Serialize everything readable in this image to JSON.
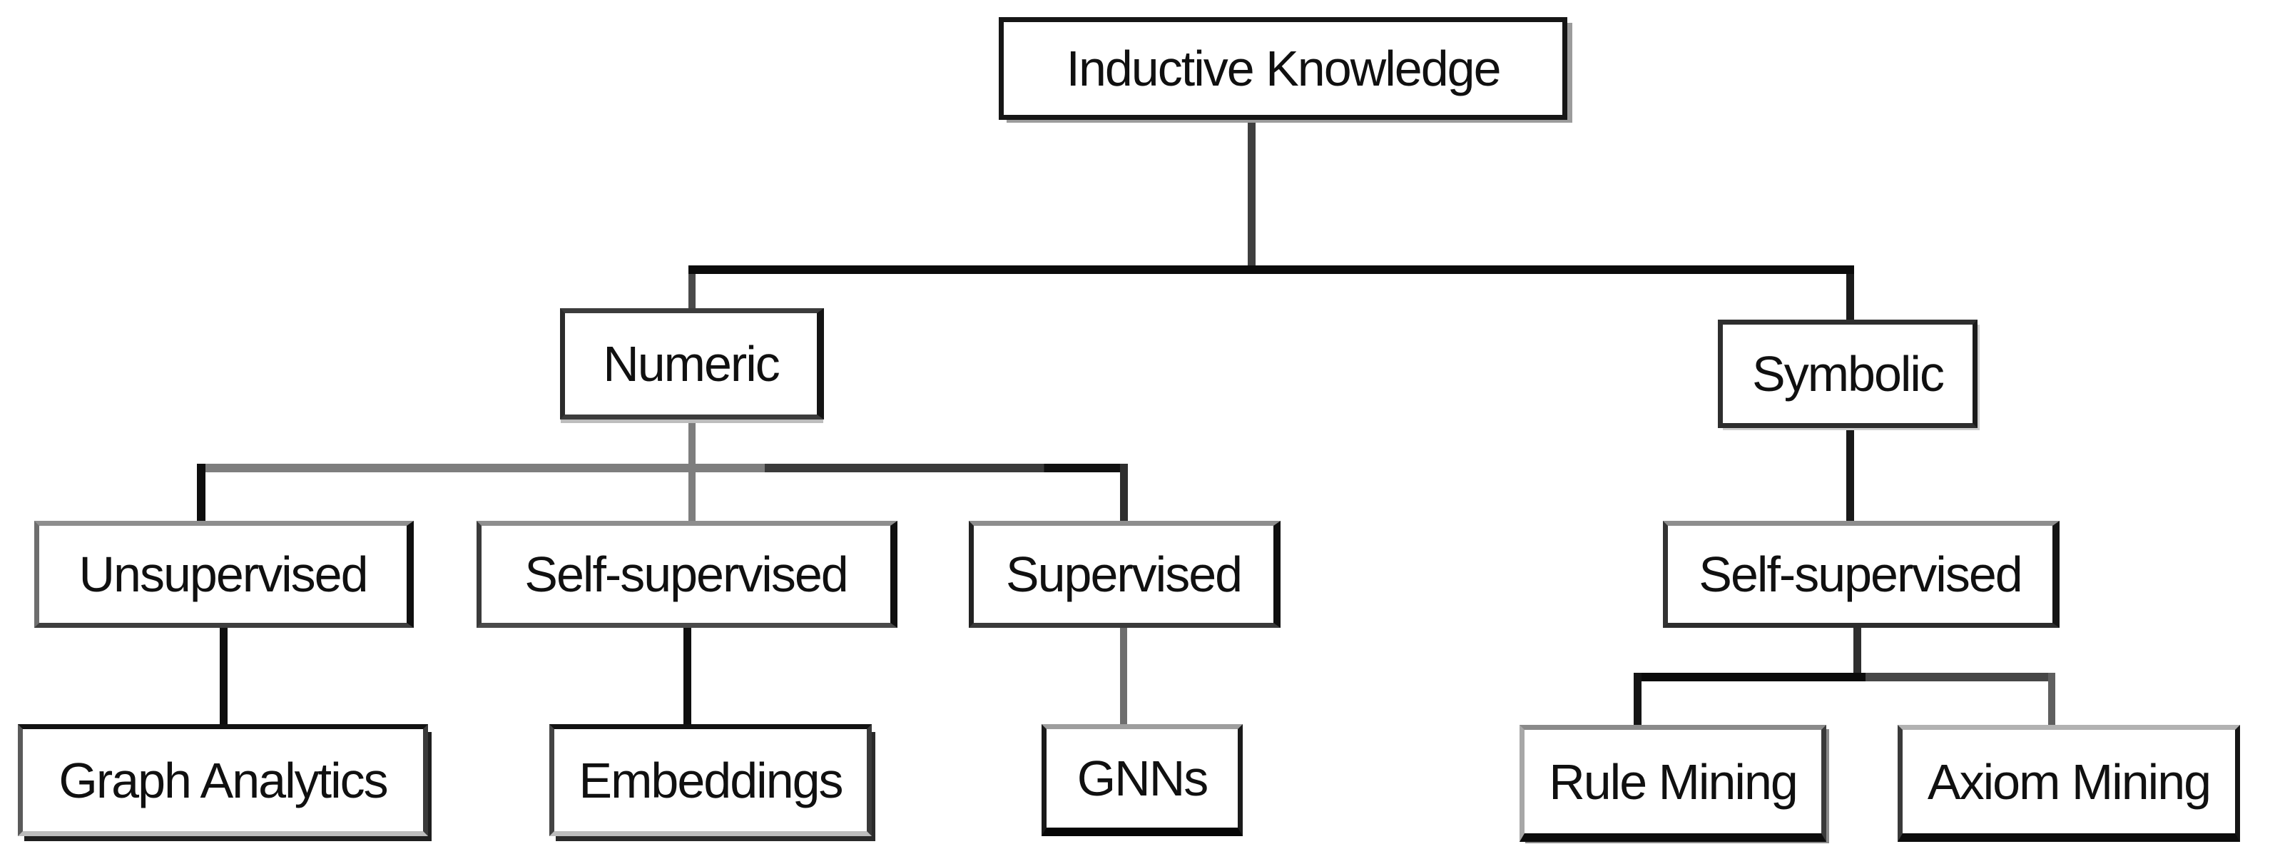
{
  "diagram": {
    "type": "tree",
    "title": "Inductive Knowledge taxonomy",
    "background": "#ffffff",
    "colors": {
      "box_background": "#ffffff",
      "text": "#101010",
      "line_black": "#0b0b0b",
      "line_dark_gray": "#3a3a3a",
      "line_gray": "#7e7e7e"
    },
    "nodes": {
      "inductive": {
        "label": "Inductive Knowledge"
      },
      "numeric": {
        "label": "Numeric"
      },
      "symbolic": {
        "label": "Symbolic"
      },
      "unsupervised": {
        "label": "Unsupervised"
      },
      "self_supervised_numeric": {
        "label": "Self-supervised"
      },
      "supervised": {
        "label": "Supervised"
      },
      "graph_analytics": {
        "label": "Graph Analytics"
      },
      "embeddings": {
        "label": "Embeddings"
      },
      "gnns": {
        "label": "GNNs"
      },
      "self_supervised_symbolic": {
        "label": "Self-supervised"
      },
      "rule_mining": {
        "label": "Rule Mining"
      },
      "axiom_mining": {
        "label": "Axiom Mining"
      }
    },
    "hierarchy": {
      "label": "Inductive Knowledge",
      "children": [
        {
          "label": "Numeric",
          "children": [
            {
              "label": "Unsupervised",
              "children": [
                {
                  "label": "Graph Analytics"
                }
              ]
            },
            {
              "label": "Self-supervised",
              "children": [
                {
                  "label": "Embeddings"
                }
              ]
            },
            {
              "label": "Supervised",
              "children": [
                {
                  "label": "GNNs"
                }
              ]
            }
          ]
        },
        {
          "label": "Symbolic",
          "children": [
            {
              "label": "Self-supervised",
              "children": [
                {
                  "label": "Rule Mining"
                },
                {
                  "label": "Axiom Mining"
                }
              ]
            }
          ]
        }
      ]
    },
    "edges": [
      {
        "from": "Inductive Knowledge",
        "to": "Numeric"
      },
      {
        "from": "Inductive Knowledge",
        "to": "Symbolic"
      },
      {
        "from": "Numeric",
        "to": "Unsupervised"
      },
      {
        "from": "Numeric",
        "to": "Self-supervised"
      },
      {
        "from": "Numeric",
        "to": "Supervised"
      },
      {
        "from": "Unsupervised",
        "to": "Graph Analytics"
      },
      {
        "from": "Self-supervised",
        "to": "Embeddings"
      },
      {
        "from": "Supervised",
        "to": "GNNs"
      },
      {
        "from": "Symbolic",
        "to": "Self-supervised"
      },
      {
        "from": "Self-supervised (symbolic)",
        "to": "Rule Mining"
      },
      {
        "from": "Self-supervised (symbolic)",
        "to": "Axiom Mining"
      }
    ]
  }
}
